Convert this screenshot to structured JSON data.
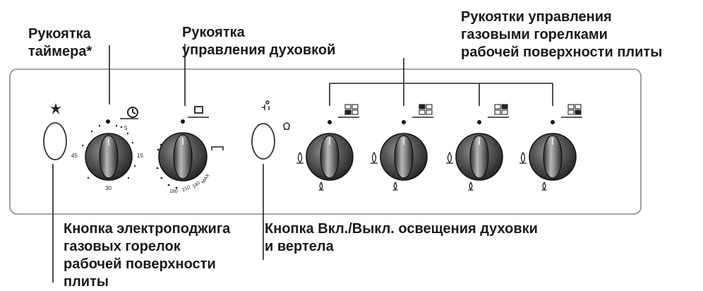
{
  "labels": {
    "timer_knob": "Рукоятка\nтаймера*",
    "oven_knob": "Рукоятка\nуправления духовкой",
    "burner_knobs": "Рукоятки управления\nгазовыми горелками\nрабочей поверхности плиты",
    "ignition_button": "Кнопка электроподжига\nгазовых горелок\nрабочей поверхности\nплиты",
    "light_button": "Кнопка Вкл./Выкл. освещения духовки\nи вертела"
  },
  "timer_scale": [
    "5",
    "15",
    "45",
    "30"
  ],
  "oven_scale": [
    "180",
    "210",
    "240",
    "MAX"
  ],
  "icons": {
    "ignition": "spark-icon",
    "timer": "clock-icon",
    "oven": "oven-icon",
    "light": "lamp-icon",
    "burner_positions": [
      "front-left",
      "rear-left",
      "rear-right",
      "front-right"
    ],
    "flame": "flame-icon"
  }
}
